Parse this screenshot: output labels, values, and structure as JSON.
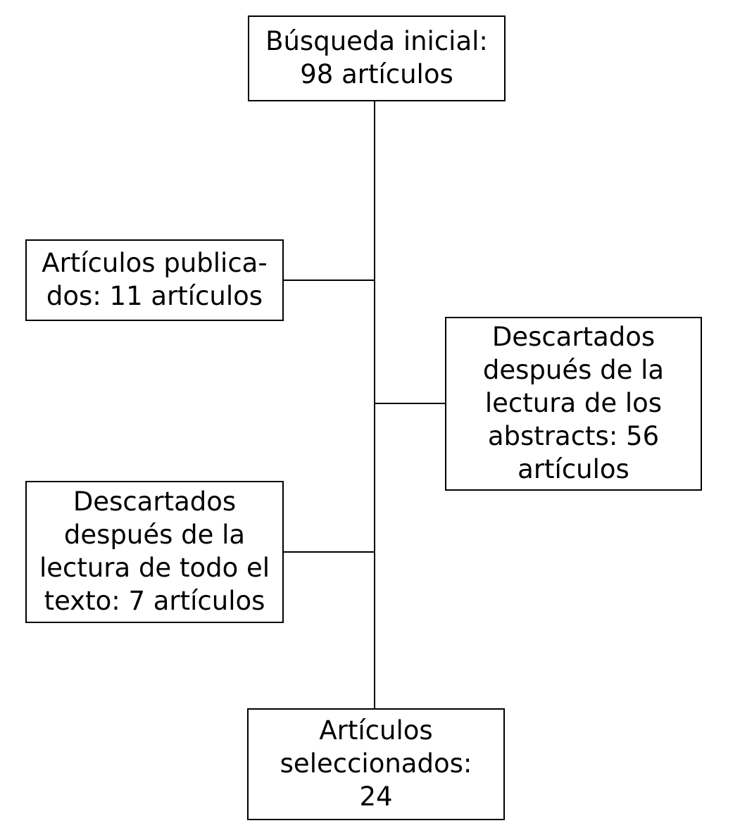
{
  "diagram": {
    "type": "flowchart",
    "language": "es",
    "background_color": "#ffffff",
    "line_color": "#000000",
    "text_color": "#000000",
    "boxes": [
      {
        "id": "initial-search",
        "text": "Búsqueda inicial:\n98 artículos",
        "value": 98
      },
      {
        "id": "published-articles",
        "text": "Artículos publica-\ndos: 11 artículos",
        "value": 11
      },
      {
        "id": "discarded-abstracts",
        "text": "Descartados\ndespués de la\nlectura de los\nabstracts: 56\nartículos",
        "value": 56
      },
      {
        "id": "discarded-fulltext",
        "text": "Descartados\ndespués de la\nlectura de todo el\ntexto: 7 artículos",
        "value": 7
      },
      {
        "id": "selected-articles",
        "text": "Artículos\nseleccionados:\n24",
        "value": 24
      }
    ],
    "connectors": [
      {
        "id": "vertical-spine",
        "from": "initial-search",
        "to": "selected-articles"
      },
      {
        "id": "branch-to-published",
        "from": "vertical-spine",
        "to": "published-articles"
      },
      {
        "id": "branch-to-abstracts",
        "from": "vertical-spine",
        "to": "discarded-abstracts"
      },
      {
        "id": "branch-to-fulltext",
        "from": "vertical-spine",
        "to": "discarded-fulltext"
      }
    ]
  }
}
